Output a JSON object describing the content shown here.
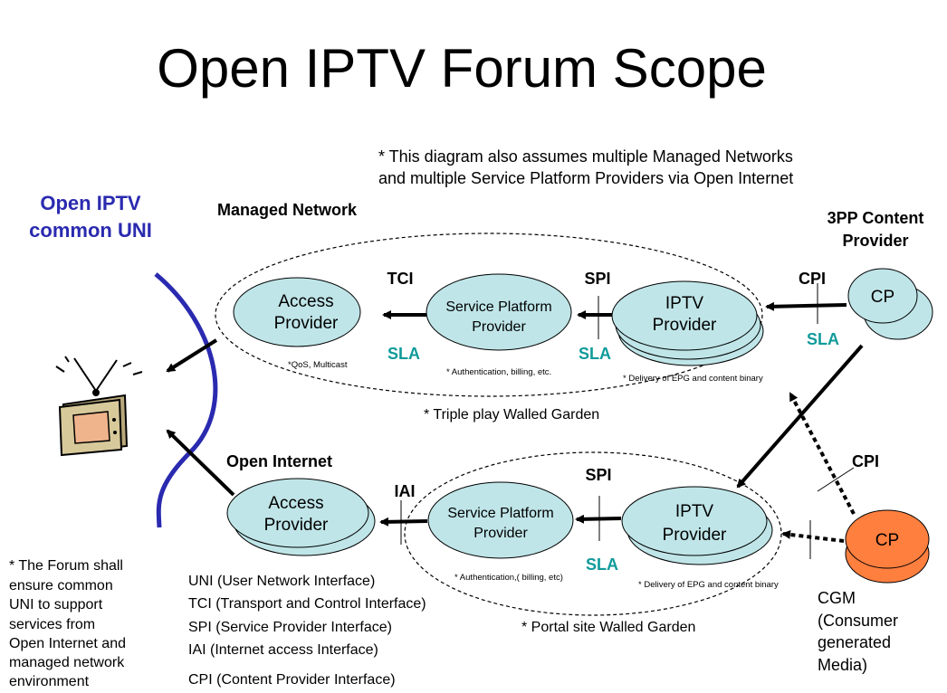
{
  "title": "Open IPTV Forum Scope",
  "assumption_note": [
    "* This diagram also assumes multiple Managed Networks",
    " and multiple Service Platform Providers via Open Internet"
  ],
  "uni_label": [
    "Open IPTV",
    "common UNI"
  ],
  "sections": {
    "managed_network": "Managed Network",
    "open_internet": "Open Internet",
    "third_party": [
      "3PP Content",
      "Provider"
    ]
  },
  "nodes": {
    "access_provider_top": [
      "Access",
      "Provider"
    ],
    "spp_top": [
      "Service Platform",
      "Provider"
    ],
    "iptv_top": [
      "IPTV",
      "Provider"
    ],
    "cp_top": "CP",
    "access_provider_bottom": [
      "Access",
      "Provider"
    ],
    "spp_bottom": [
      "Service Platform",
      "Provider"
    ],
    "iptv_bottom": [
      "IPTV",
      "Provider"
    ],
    "cp_bottom": "CP"
  },
  "interfaces": {
    "tci": "TCI",
    "spi_top": "SPI",
    "cpi_top": "CPI",
    "iai": "IAI",
    "spi_bottom": "SPI",
    "cpi_bottom": "CPI"
  },
  "sla": {
    "tci": "SLA",
    "spi_top": "SLA",
    "cpi_top": "SLA",
    "spi_bottom": "SLA"
  },
  "small_notes": {
    "qos": "*QoS, Multicast",
    "auth_top": "* Authentication, billing, etc.",
    "epg_top": "* Delivery of EPG and content binary",
    "auth_bottom": "* Authentication,( billing, etc)",
    "epg_bottom": "* Delivery of EPG and content binary"
  },
  "garden_labels": {
    "triple_play": "* Triple play Walled Garden",
    "portal": "* Portal site Walled Garden"
  },
  "forum_note": [
    "* The Forum shall",
    "ensure common",
    "UNI to support",
    "services from",
    "Open Internet and",
    "managed network",
    "environment"
  ],
  "legend": [
    "UNI (User Network Interface)",
    "TCI (Transport and Control Interface)",
    "SPI (Service Provider Interface)",
    "IAI (Internet access Interface)",
    "CPI (Content Provider Interface)"
  ],
  "cgm": [
    "CGM",
    "(Consumer",
    "generated",
    "Media)"
  ],
  "colors": {
    "node_fill": "#bfe5e8",
    "cp_bottom_fill": "#ff7f3f",
    "uni_blue": "#2a2ab0",
    "sla_teal": "#0f9a9a"
  }
}
